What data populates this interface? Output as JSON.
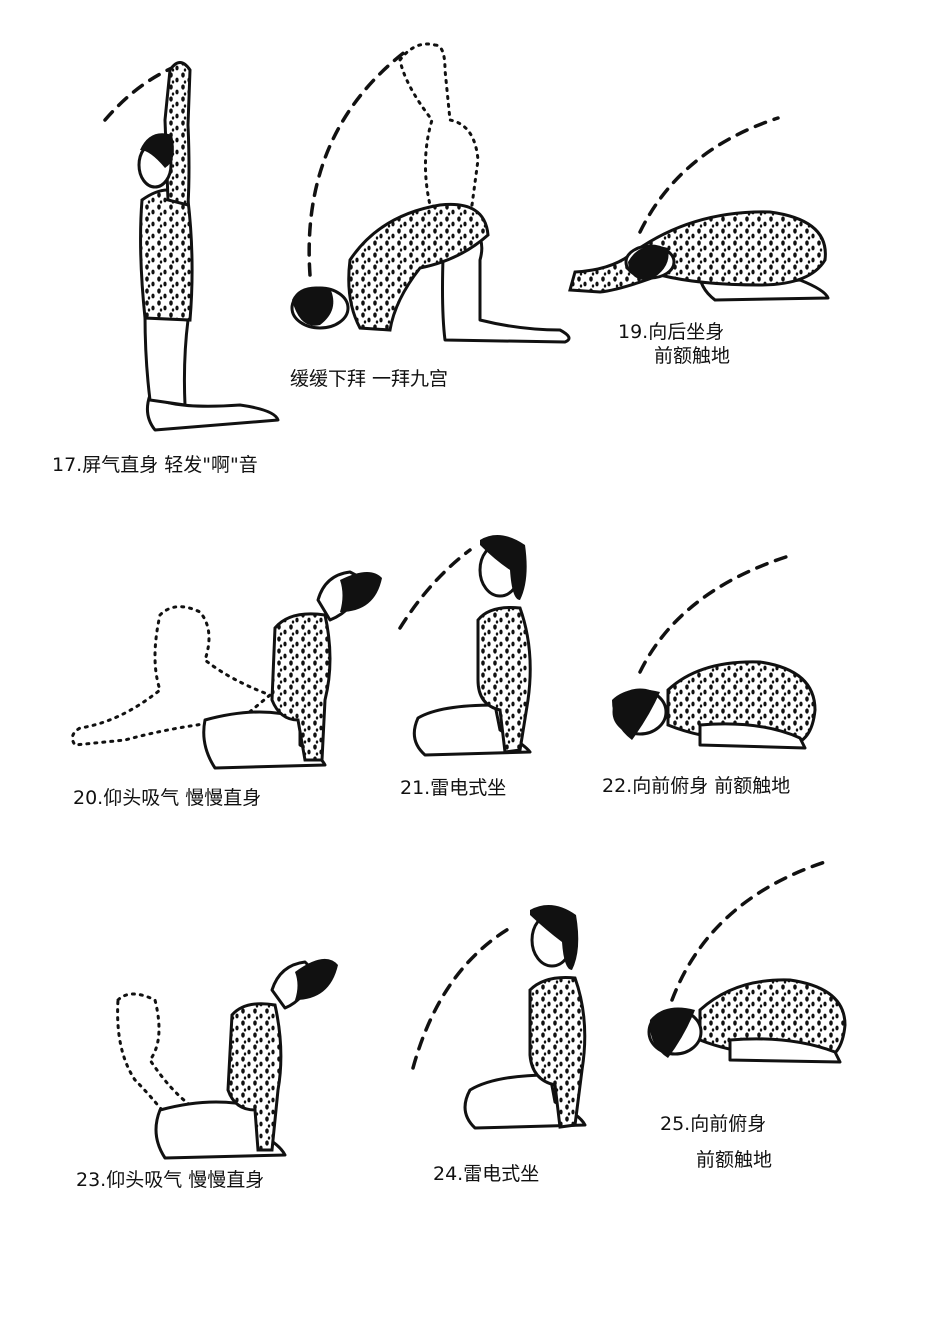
{
  "captions": {
    "c17": "17.屏气直身 轻发\"啊\"音",
    "c18": "缓缓下拜 一拜九宫",
    "c19_line1": "19.向后坐身",
    "c19_line2": "前额触地",
    "c20": "20.仰头吸气 慢慢直身",
    "c21": "21.雷电式坐",
    "c22": "22.向前俯身 前额触地",
    "c23": "23.仰头吸气 慢慢直身",
    "c24": "24.雷电式坐",
    "c25_line1": "25.向前俯身",
    "c25_line2": "前额触地"
  }
}
